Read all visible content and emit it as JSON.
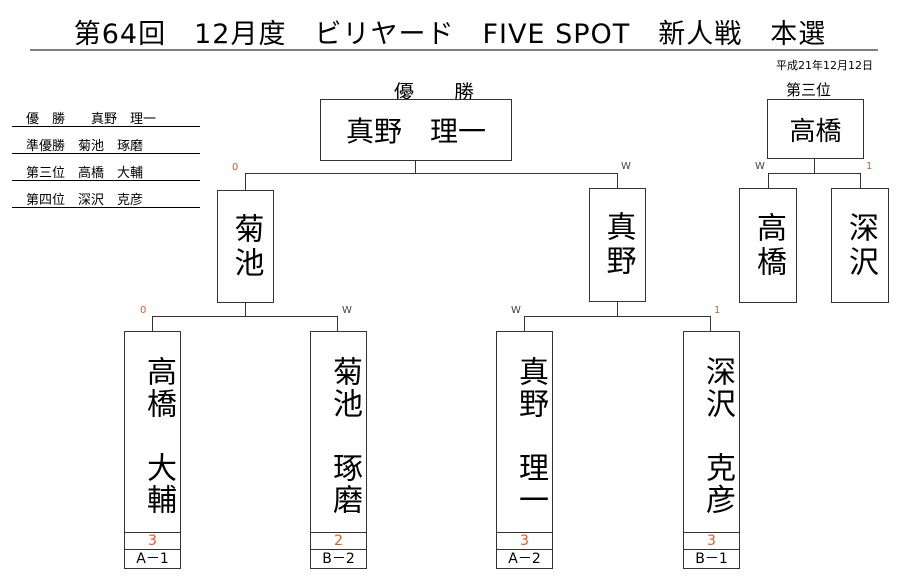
{
  "title": "第64回　12月度　ビリヤード　FIVE SPOT　新人戦　本選",
  "date": "平成21年12月12日",
  "results": [
    "優　勝　　真野　理一",
    "準優勝　菊池　琢磨",
    "第三位　高橋　大輔",
    "第四位　深沢　克彦"
  ],
  "champion": {
    "label": "優　　勝",
    "name": "真野　理一"
  },
  "third_place": {
    "label": "第三位",
    "name": "高橋",
    "left": {
      "name": "高橋",
      "mark": "W"
    },
    "right": {
      "name": "深沢",
      "mark": "1"
    }
  },
  "semifinal": {
    "left": {
      "name": "菊池",
      "mark": "0"
    },
    "right": {
      "name": "真野",
      "mark": "W"
    }
  },
  "players": [
    {
      "name": "高橋　大輔",
      "score": "3",
      "code": "A－1",
      "mark": "0"
    },
    {
      "name": "菊池　琢磨",
      "score": "2",
      "code": "B－2",
      "mark": "W"
    },
    {
      "name": "真野　理一",
      "score": "3",
      "code": "A－2",
      "mark": "W"
    },
    {
      "name": "深沢　克彦",
      "score": "3",
      "code": "B－1",
      "mark": "1"
    }
  ]
}
